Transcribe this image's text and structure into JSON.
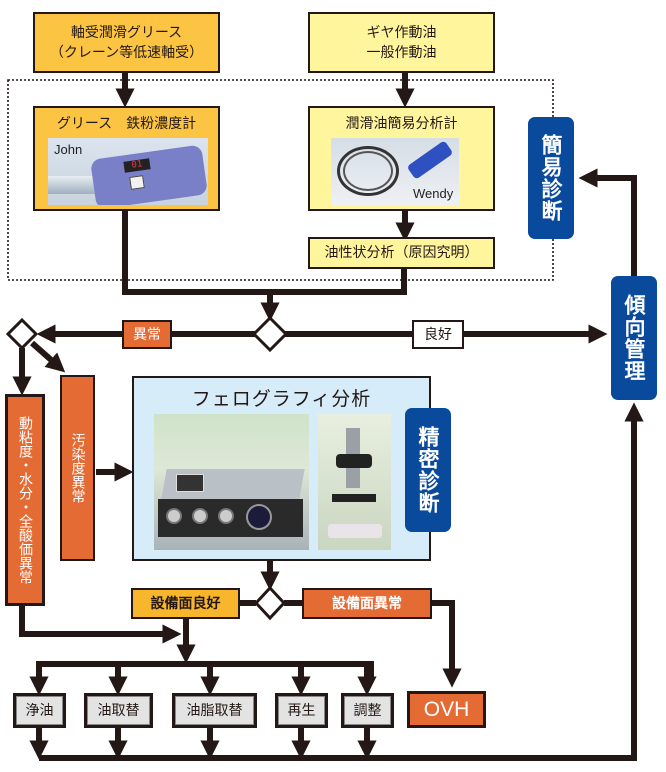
{
  "sources": {
    "grease": {
      "line1": "軸受潤滑グリース",
      "line2": "（クレーン等低速軸受）"
    },
    "oil": {
      "line1": "ギヤ作動油",
      "line2": "一般作動油"
    }
  },
  "simple_diagnosis_group": {
    "grease_meter": {
      "title": "グリース　鉄粉濃度計",
      "product_name": "John",
      "device_display": "01"
    },
    "oil_analyzer": {
      "title": "潤滑油簡易分析計",
      "product_name": "Wendy"
    },
    "oil_property_analysis": "油性状分析（原因究明）",
    "badge": "簡易診断"
  },
  "decision_main": {
    "abnormal_label": "異常",
    "good_label": "良好"
  },
  "trend_management_badge": "傾向管理",
  "abnormal_branches": {
    "viscosity": "動粘度・水分・全酸価異常",
    "contamination": "汚染度異常"
  },
  "ferrography": {
    "title": "フェログラフィ分析",
    "badge": "精密診断"
  },
  "equipment_decision": {
    "good_label": "設備面良好",
    "abnormal_label": "設備面異常"
  },
  "actions": [
    "浄油",
    "油取替",
    "油脂取替",
    "再生",
    "調整"
  ],
  "overhaul": "OVH",
  "colors": {
    "line": "#231815",
    "orange": "#e56b35",
    "gold": "#f7b62b",
    "source_orange": "#fbc443",
    "source_yellow": "#fff59d",
    "navy": "#0a4a9c",
    "ferro_bg": "#d6ecf8",
    "action_gray": "#e3e3e3"
  }
}
